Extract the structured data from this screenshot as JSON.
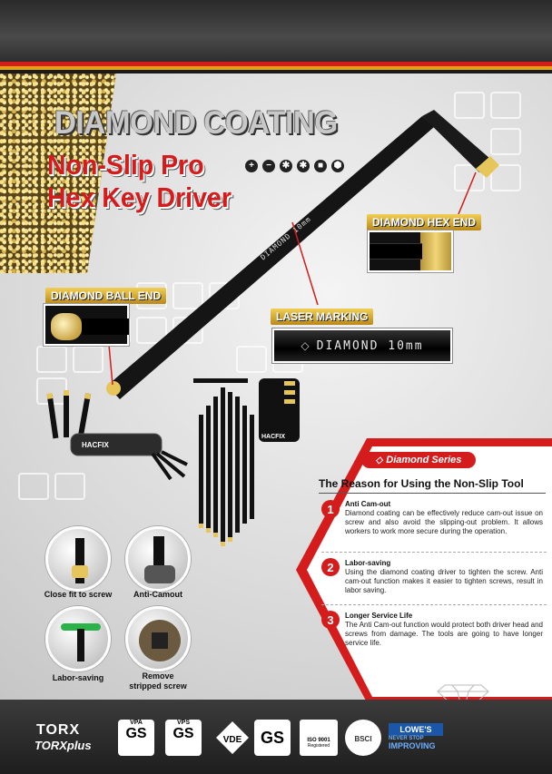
{
  "headline": {
    "line1": "DIAMOND COATING",
    "line2": "Non-Slip Pro",
    "line3": "Hex Key Driver"
  },
  "tip_icons": [
    "+",
    "−",
    "✱",
    "✱",
    "■",
    "⬢"
  ],
  "callouts": {
    "hex_end": "DIAMOND HEX END",
    "ball_end": "DIAMOND BALL END",
    "laser": "LASER MARKING",
    "laser_text": "DIAMOND 10mm",
    "key_engraving": "DIAMOND 10mm"
  },
  "brand_mark": "HACFIX",
  "features": [
    {
      "caption": "Close fit to screw"
    },
    {
      "caption": "Anti-Camout"
    },
    {
      "caption": "Labor-saving"
    },
    {
      "caption": "Remove\nstripped screw"
    }
  ],
  "info": {
    "series": "Diamond Series",
    "title": "The Reason for Using the Non-Slip Tool",
    "items": [
      {
        "num": "1",
        "title": "Anti Cam-out",
        "text": "Diamond coating can be effectively reduce cam-out issue on screw and also avoid the slipping-out problem. It allows workers to work more secure during the operation."
      },
      {
        "num": "2",
        "title": "Labor-saving",
        "text": "Using the diamond coating driver to tighten the screw. Anti cam-out function makes it easier to tighten screws, result in labor saving."
      },
      {
        "num": "3",
        "title": "Longer Service Life",
        "text": "The Anti Cam-out function would protect both driver head and screws from damage. The tools are going to have longer service life."
      }
    ]
  },
  "footer": {
    "torx": "TORX",
    "torx_plus": "TORXplus",
    "vpa": "VPA",
    "gs": "GS",
    "vps": "VPS",
    "vde": "VDE",
    "iso": "ISO 9001",
    "iso_sub": "Registered",
    "bsci": "BSCI",
    "lowes": "LOWE'S",
    "lowes_sub1": "NEVER STOP",
    "lowes_sub2": "IMPROVING"
  },
  "colors": {
    "accent_red": "#d41c1c",
    "gold": "#e0a20e",
    "dark": "#1e1e1e"
  }
}
